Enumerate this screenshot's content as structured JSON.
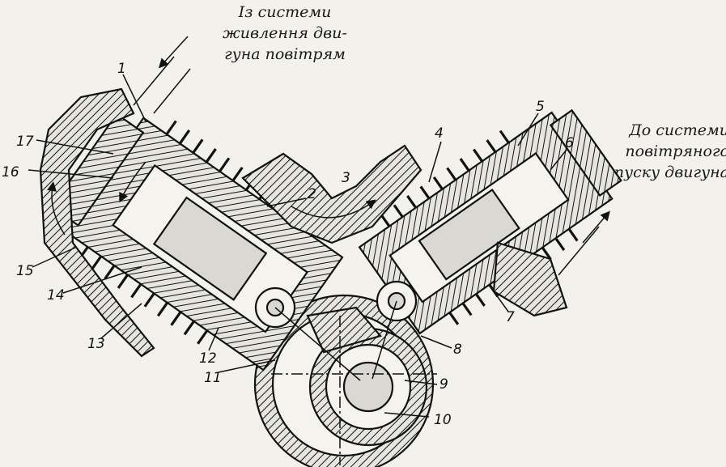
{
  "captions": {
    "inlet": "Із системи\nживлення дви-\nгуна повітрям",
    "outlet": "До системи\nповітряного\nпуску  двигуна"
  },
  "part_labels": [
    "1",
    "2",
    "3",
    "4",
    "5",
    "6",
    "7",
    "8",
    "9",
    "10",
    "11",
    "12",
    "13",
    "14",
    "15",
    "16",
    "17"
  ],
  "colors": {
    "ink": "#111111",
    "paper": "#f2f1ec",
    "fill": "#d9d8d2"
  }
}
